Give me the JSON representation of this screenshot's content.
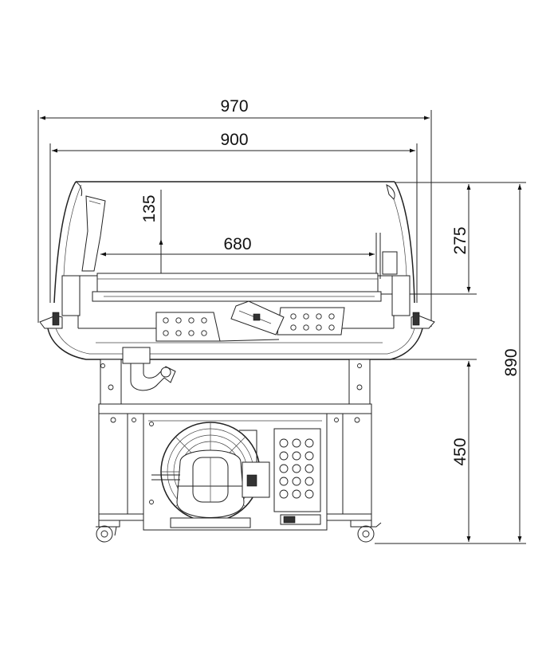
{
  "dimensions": {
    "overall_width": "970",
    "inner_width": "900",
    "depth_top": "135",
    "tray_width": "680",
    "top_height": "275",
    "total_height": "890",
    "base_height": "450"
  }
}
